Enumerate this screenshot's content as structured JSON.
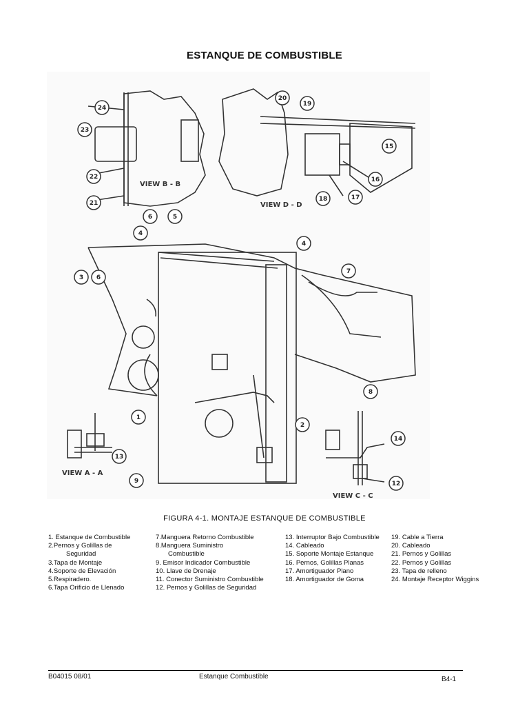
{
  "title": "ESTANQUE DE COMBUSTIBLE",
  "figure": {
    "views": [
      "VIEW B - B",
      "VIEW D - D",
      "VIEW A - A",
      "VIEW C - C"
    ],
    "callouts": [
      "24",
      "23",
      "22",
      "21",
      "20",
      "19",
      "15",
      "16",
      "17",
      "18",
      "6",
      "5",
      "4",
      "3",
      "7",
      "8",
      "1",
      "2",
      "14",
      "13",
      "12",
      "9"
    ]
  },
  "caption": "FIGURA 4-1.  MONTAJE ESTANQUE DE COMBUSTIBLE",
  "legend": {
    "col1": [
      "1. Estanque de Combustible",
      "2.Pernos y Golillas de",
      "Seguridad",
      "3.Tapa de Montaje",
      "4.Soporte de Elevación",
      "5.Respiradero.",
      "6.Tapa Orificio de Llenado"
    ],
    "col2": [
      "7.Manguera Retorno Combustible",
      "8.Manguera  Suministro",
      "Combustible",
      "9.   Emisor Indicador Combustible",
      "10.  Llave de Drenaje",
      "11.  Conector Suministro Combustible",
      "12.  Pernos y Golillas de Seguridad"
    ],
    "col3": [
      "13.  Interruptor Bajo Combustible",
      "14.  Cableado",
      "15.  Soporte Montaje Estanque",
      "16.  Pernos, Golillas Planas",
      "17.  Amortiguador Plano",
      "18.  Amortiguador de Goma"
    ],
    "col4": [
      "19.  Cable a Tierra",
      "20.  Cableado",
      "21.  Pernos y Golillas",
      "22.  Pernos y Golillas",
      "23.  Tapa de relleno",
      "24.  Montaje Receptor Wiggins"
    ]
  },
  "footer": {
    "left": "B04015 08/01",
    "center": "Estanque Combustible",
    "right": "B4-1"
  }
}
